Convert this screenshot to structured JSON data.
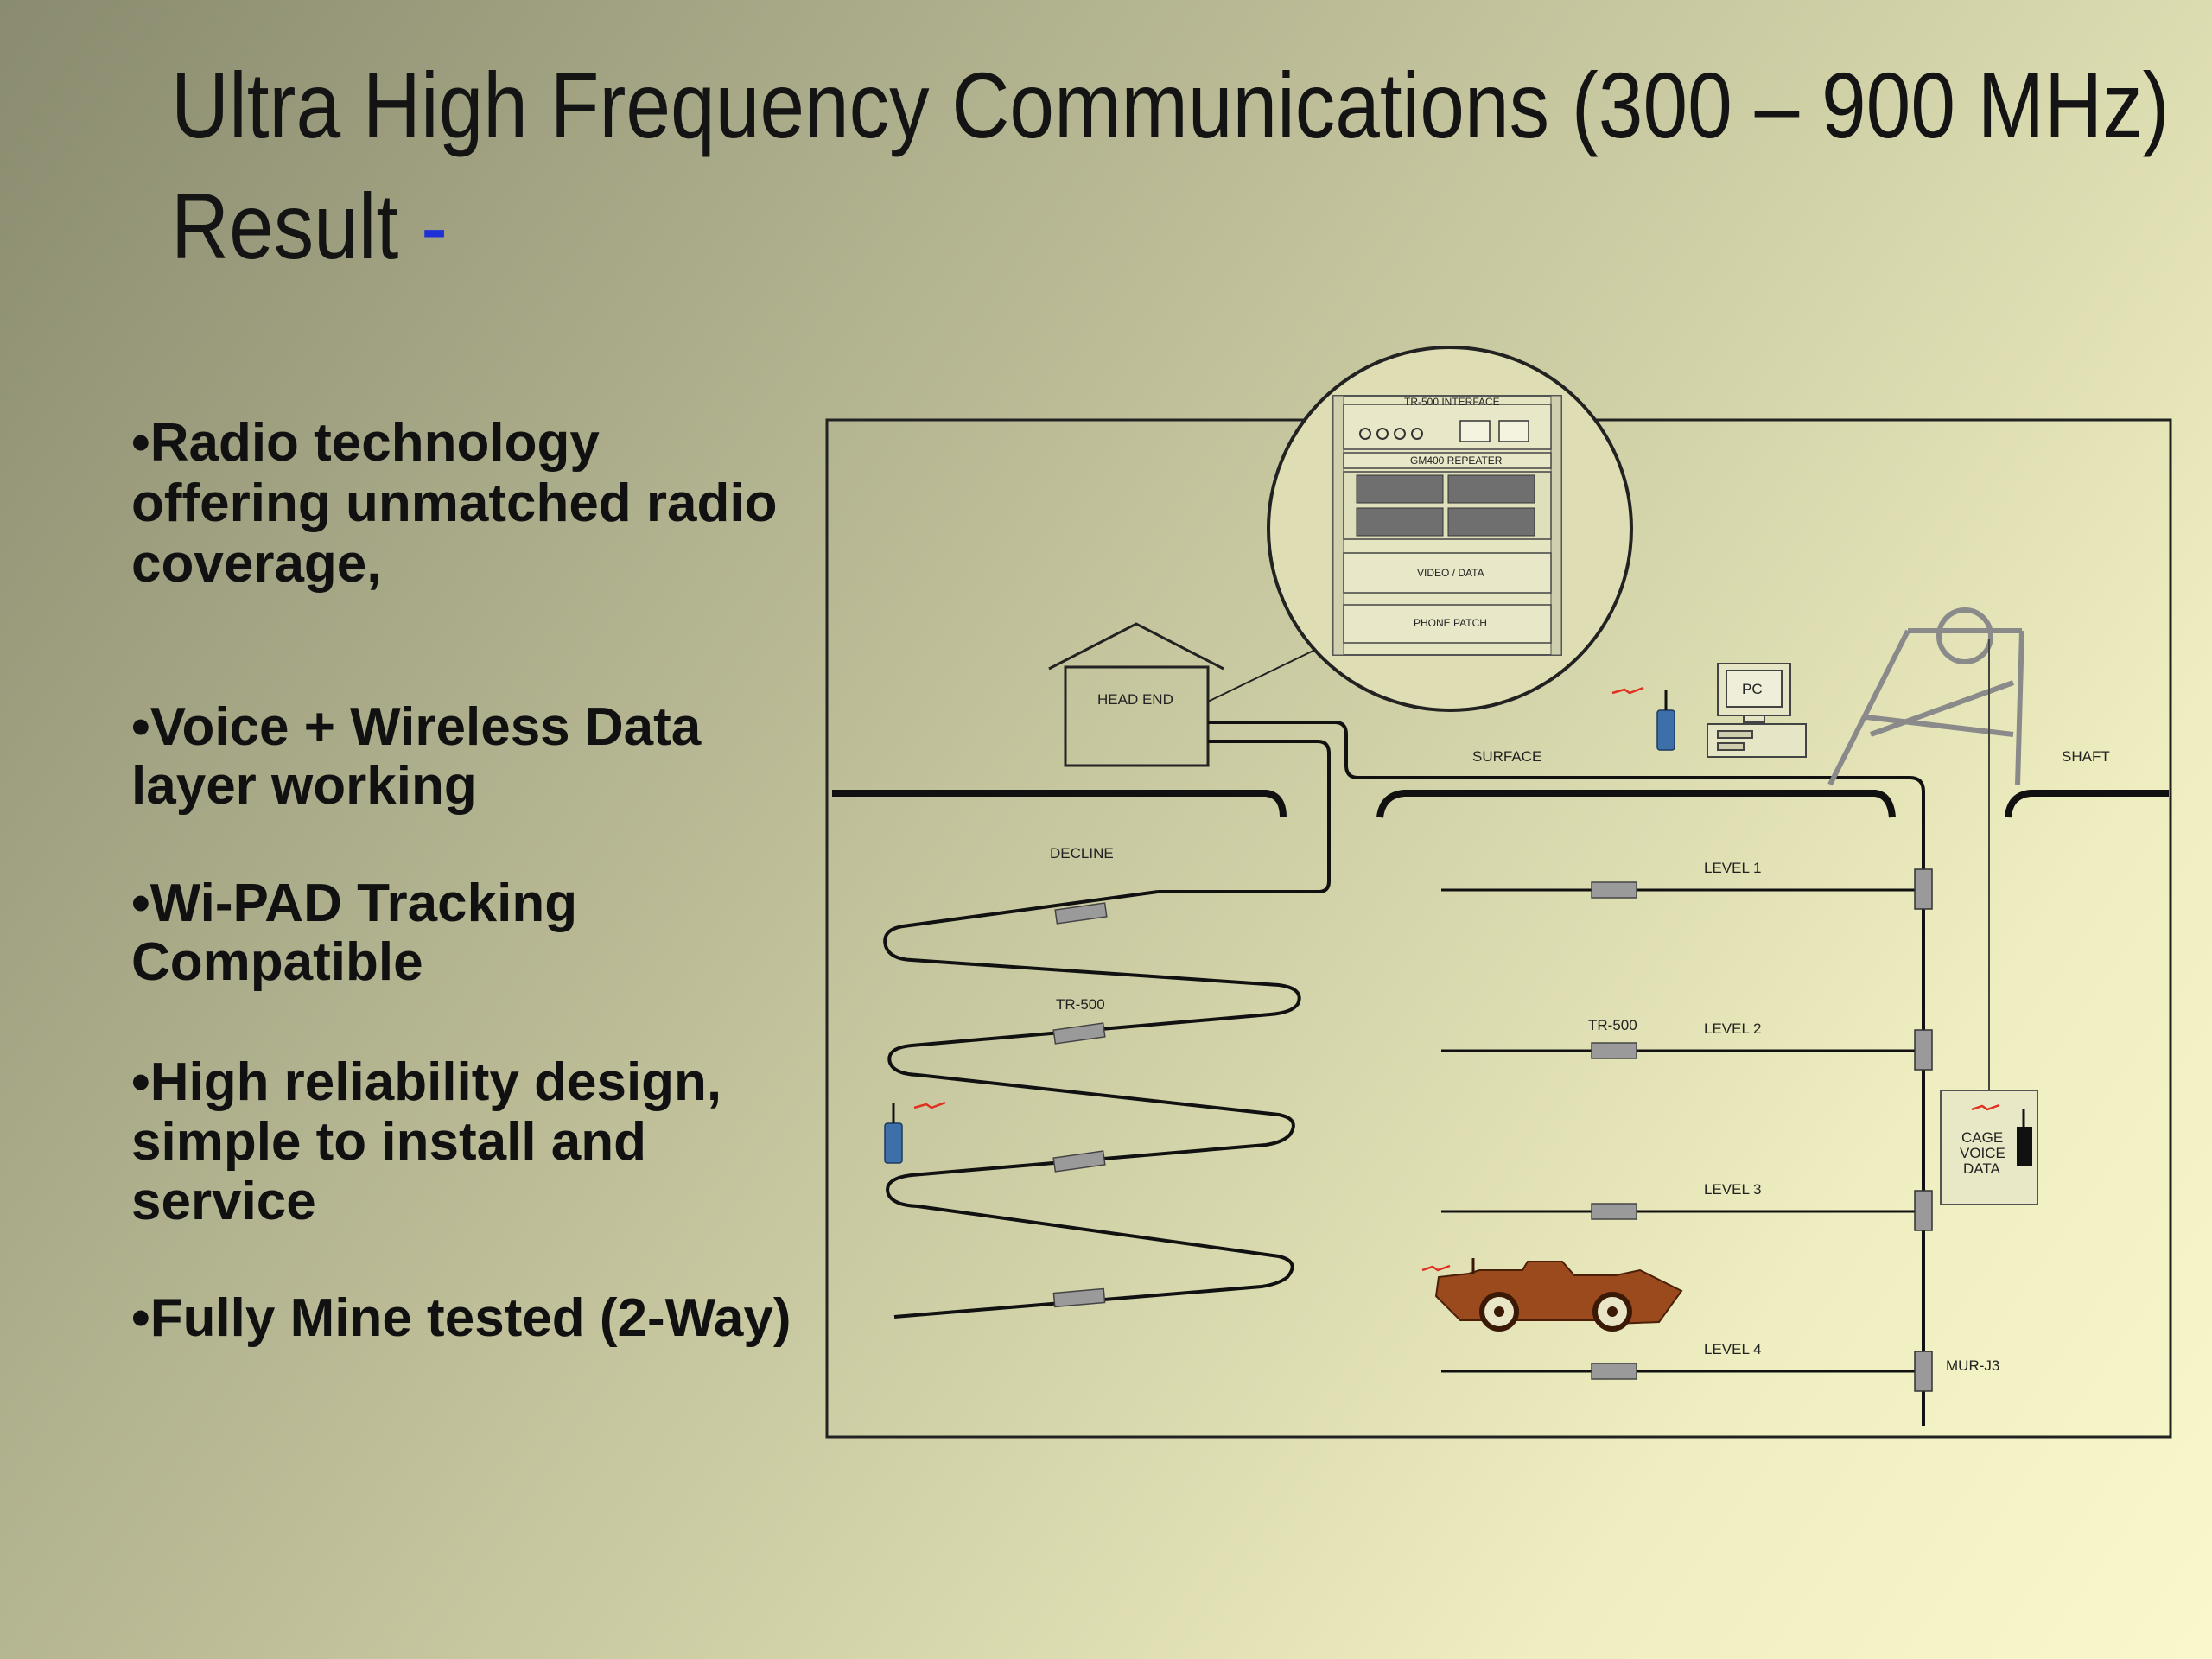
{
  "slide": {
    "title_line1": "Ultra High Frequency Communications (300 – 900 MHz)",
    "title_line2": "Result",
    "title_dash": "-",
    "bullets": [
      {
        "lines": [
          "•Radio technology",
          "offering unmatched radio",
          "coverage,"
        ]
      },
      {
        "lines": [
          "•Voice + Wireless Data",
          "layer working"
        ]
      },
      {
        "lines": [
          "•Wi-PAD Tracking",
          "Compatible"
        ]
      },
      {
        "lines": [
          "•High reliability design,",
          "simple to install and",
          "service"
        ]
      },
      {
        "lines": [
          "•Fully Mine tested (2-Way)"
        ]
      }
    ]
  },
  "diagram": {
    "head_end": "HEAD END",
    "surface": "SURFACE",
    "shaft": "SHAFT",
    "decline": "DECLINE",
    "pc": "PC",
    "tr500_decline": "TR-500",
    "tr500_level": "TR-500",
    "level1": "LEVEL  1",
    "level2": "LEVEL  2",
    "level3": "LEVEL  3",
    "level4": "LEVEL  4",
    "cage_line1": "CAGE",
    "cage_line2": "VOICE",
    "cage_line3": "DATA",
    "murj3": "MUR-J3",
    "rack_tr500_interface": "TR-500 INTERFACE",
    "rack_gm400_repeater": "GM400 REPEATER",
    "rack_video_data": "VIDEO / DATA",
    "rack_phone_patch": "PHONE PATCH"
  },
  "colors": {
    "title_dash": "#1f2fd8",
    "radio_body": "#3d6fa8",
    "signal": "#e03020",
    "loader": "#9a4a1c",
    "amplifier": "#9a9a9a",
    "headframe": "#8a8a8a"
  }
}
